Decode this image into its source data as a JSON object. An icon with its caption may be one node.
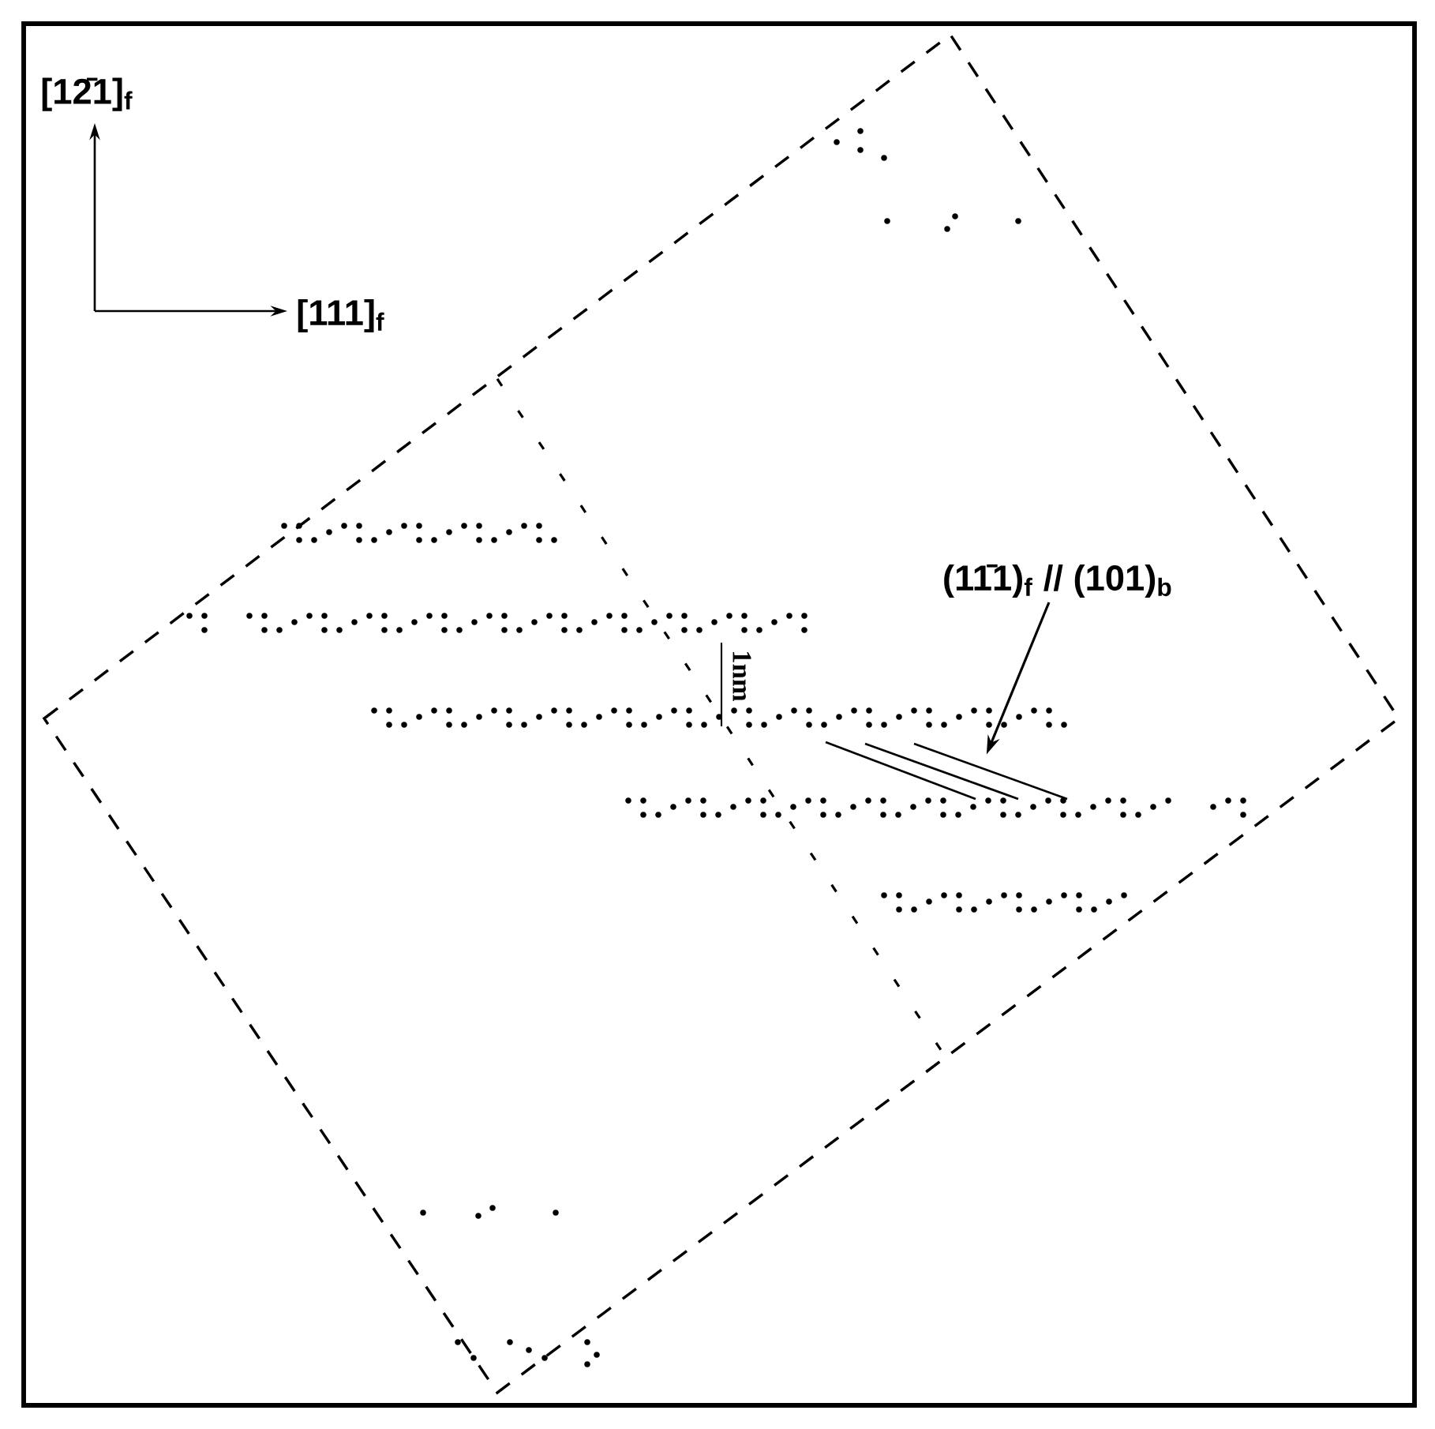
{
  "diagram": {
    "nodes": [
      {
        "text": [
          "(11̄1)$_{f}$ // (101)$_{b}$"
        ]
      },
      {
        "text": [],
        "shape": "lines"
      }
    ],
    "edges": [
      {
        "from": 0,
        "to": 1,
        "arrow": "to"
      }
    ],
    "labels": [
      "[12̄1]$_{f}$",
      "[111]$_{f}$",
      "1nm"
    ]
  }
}
